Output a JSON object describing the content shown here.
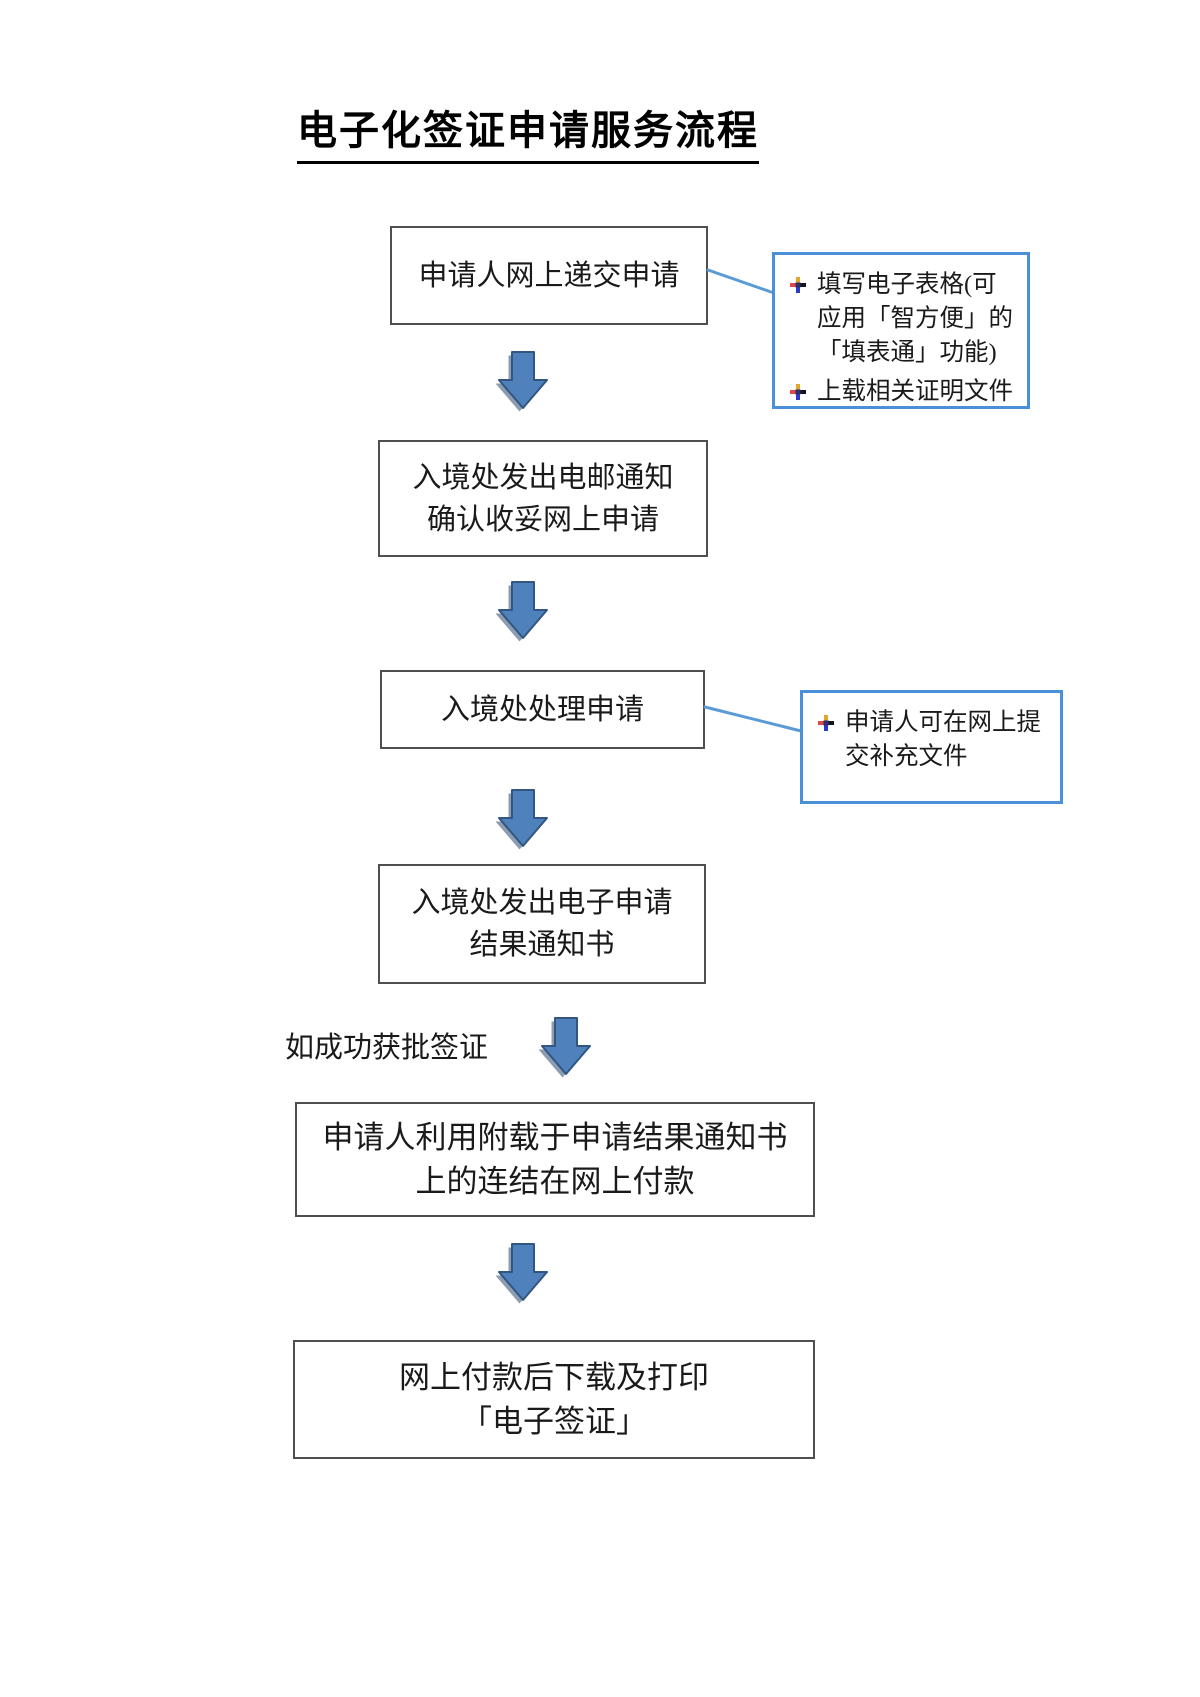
{
  "page": {
    "title": "电子化签证申请服务流程"
  },
  "flow": {
    "steps": [
      {
        "text": "申请人网上递交申请"
      },
      {
        "text": "入境处发出电邮通知\n确认收妥网上申请"
      },
      {
        "text": "入境处处理申请"
      },
      {
        "text": "入境处发出电子申请\n结果通知书"
      },
      {
        "text": "申请人利用附载于申请结果通知书\n上的连结在网上付款"
      },
      {
        "text": "网上付款后下载及打印\n「电子签证」"
      }
    ],
    "branch_label": "如成功获批签证"
  },
  "callouts": [
    {
      "items": [
        "填写电子表格(可应用「智方便」的「填表通」功能)",
        "上载相关证明文件"
      ]
    },
    {
      "items": [
        "申请人可在网上提交补充文件"
      ]
    }
  ],
  "icons": {
    "bullet": "multicolor-club-bullet",
    "arrow": "down-block-arrow"
  },
  "colors": {
    "callout_border": "#4a90d8",
    "connector_line": "#5b9bd5",
    "arrow_fill": "#4f81bd",
    "arrow_stroke": "#325680",
    "arrow_shadow": "#2e4d73",
    "box_border": "#4f4f4f",
    "text": "#1a1a1a",
    "background": "#ffffff"
  }
}
